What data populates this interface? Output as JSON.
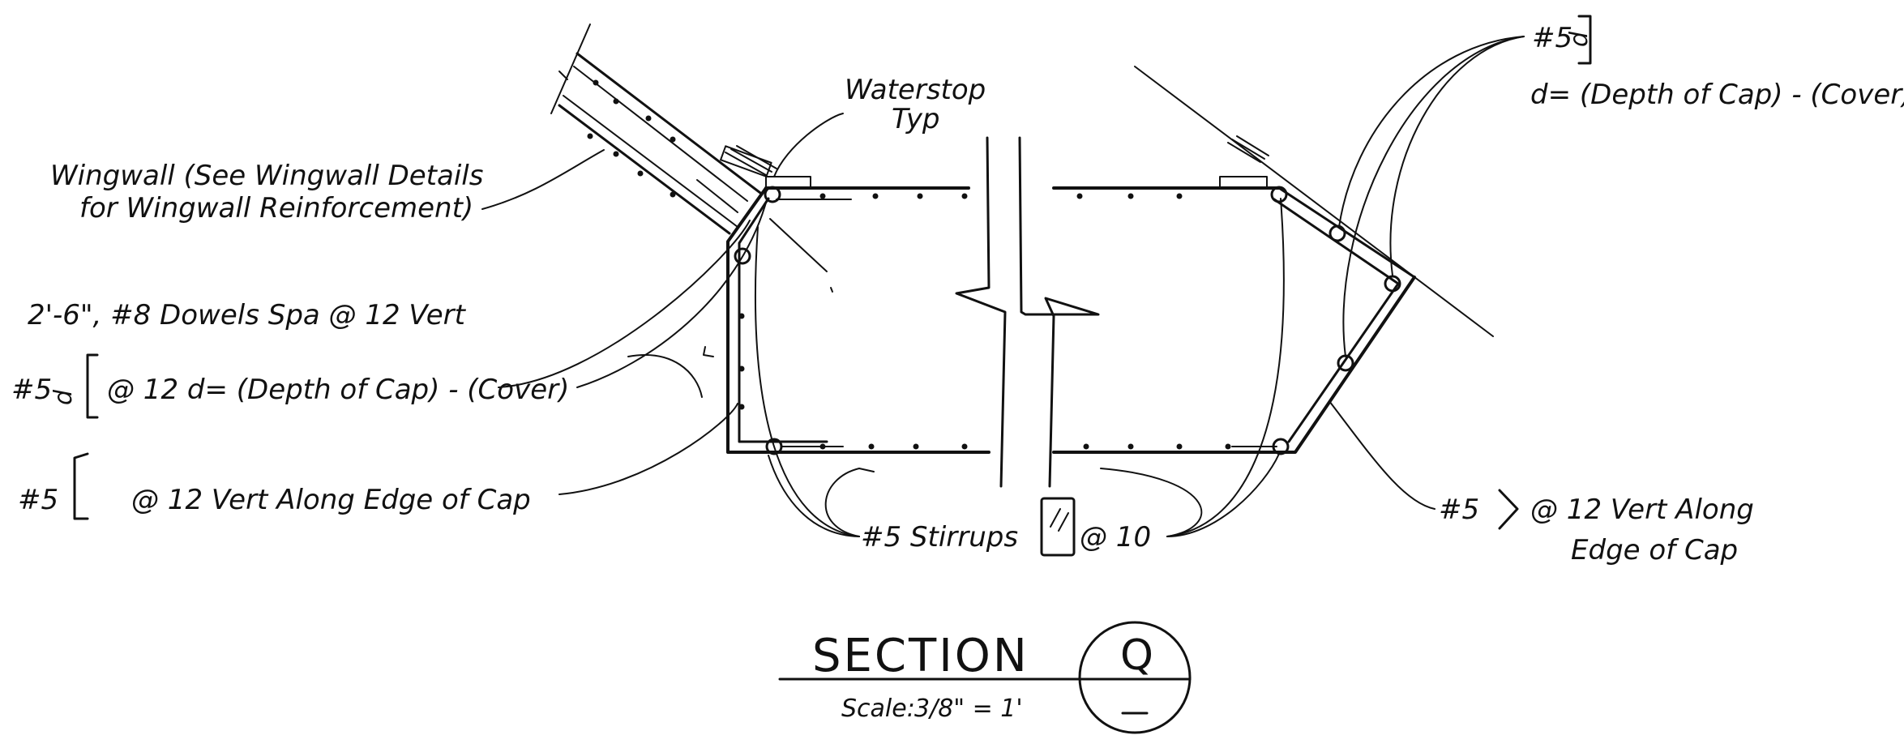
{
  "labels": {
    "waterstop_line1": "Waterstop",
    "waterstop_line2": "Typ",
    "wingwall_line1": "Wingwall (See Wingwall Details",
    "wingwall_line2": "for Wingwall Reinforcement)",
    "dowels": "2'-6\", #8 Dowels Spa @ 12 Vert",
    "bar5_left_spacing": "@ 12  d= (Depth of Cap) - (Cover)",
    "bar5_left_edge": "@ 12 Vert Along Edge of Cap",
    "stirrups": "#5 Stirrups",
    "stirrups_spacing": "@ 10",
    "bar5_right_line1": "@ 12 Vert Along",
    "bar5_right_line2": "Edge of Cap",
    "bar5_top_right_note": "d= (Depth of Cap) - (Cover)",
    "bar_mark_5": "#5",
    "dim_d": "d"
  },
  "section": {
    "title": "SECTION",
    "mark": "Q",
    "scale_label": "Scale:",
    "scale_value": "3/8\" = 1'"
  }
}
